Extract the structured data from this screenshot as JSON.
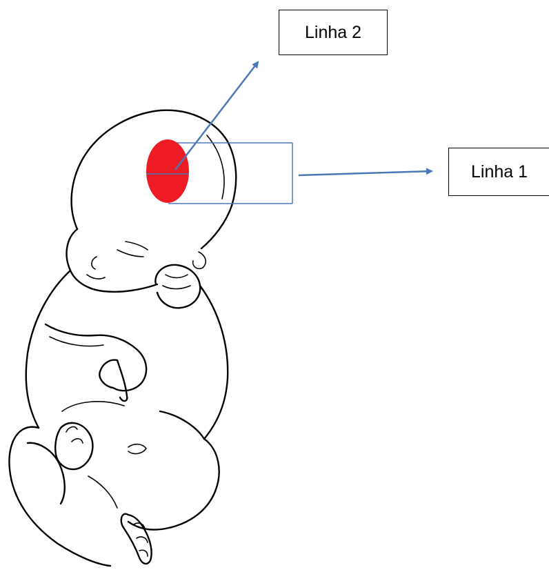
{
  "labels": {
    "linha1": "Linha 1",
    "linha2": "Linha 2"
  },
  "colors": {
    "marker": "#ed1c24",
    "arrow": "#4a77b5",
    "outline": "#000000"
  },
  "illustration": {
    "subject": "newborn-baby-line-drawing"
  }
}
